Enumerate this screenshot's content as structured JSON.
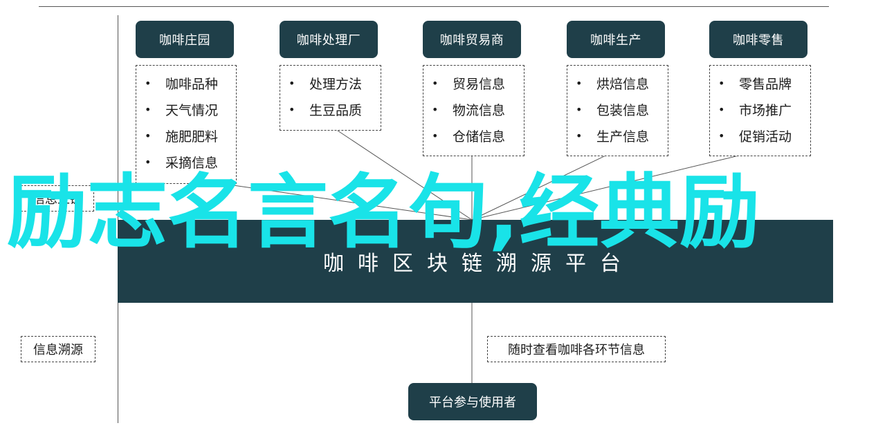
{
  "columns": [
    {
      "header": "咖啡庄园",
      "items": [
        "咖啡品种",
        "天气情况",
        "施肥肥料",
        "采摘信息"
      ]
    },
    {
      "header": "咖啡处理厂",
      "items": [
        "处理方法",
        "生豆品质"
      ]
    },
    {
      "header": "咖啡贸易商",
      "items": [
        "贸易信息",
        "物流信息",
        "仓储信息"
      ]
    },
    {
      "header": "咖啡生产",
      "items": [
        "烘焙信息",
        "包装信息",
        "生产信息"
      ]
    },
    {
      "header": "咖啡零售",
      "items": [
        "零售品牌",
        "市场推广",
        "促销活动"
      ]
    }
  ],
  "bullet": "•",
  "side_labels": {
    "top": "信息上链",
    "bottom": "信息溯源"
  },
  "platform": "咖啡区块链溯源平台",
  "trace_note": "随时查看咖啡各环节信息",
  "participants": "平台参与使用者",
  "overlay": "励志名言名句,经典励",
  "colors": {
    "dark_teal": "#1f3f49",
    "overlay_cyan": "#19e3e8"
  }
}
